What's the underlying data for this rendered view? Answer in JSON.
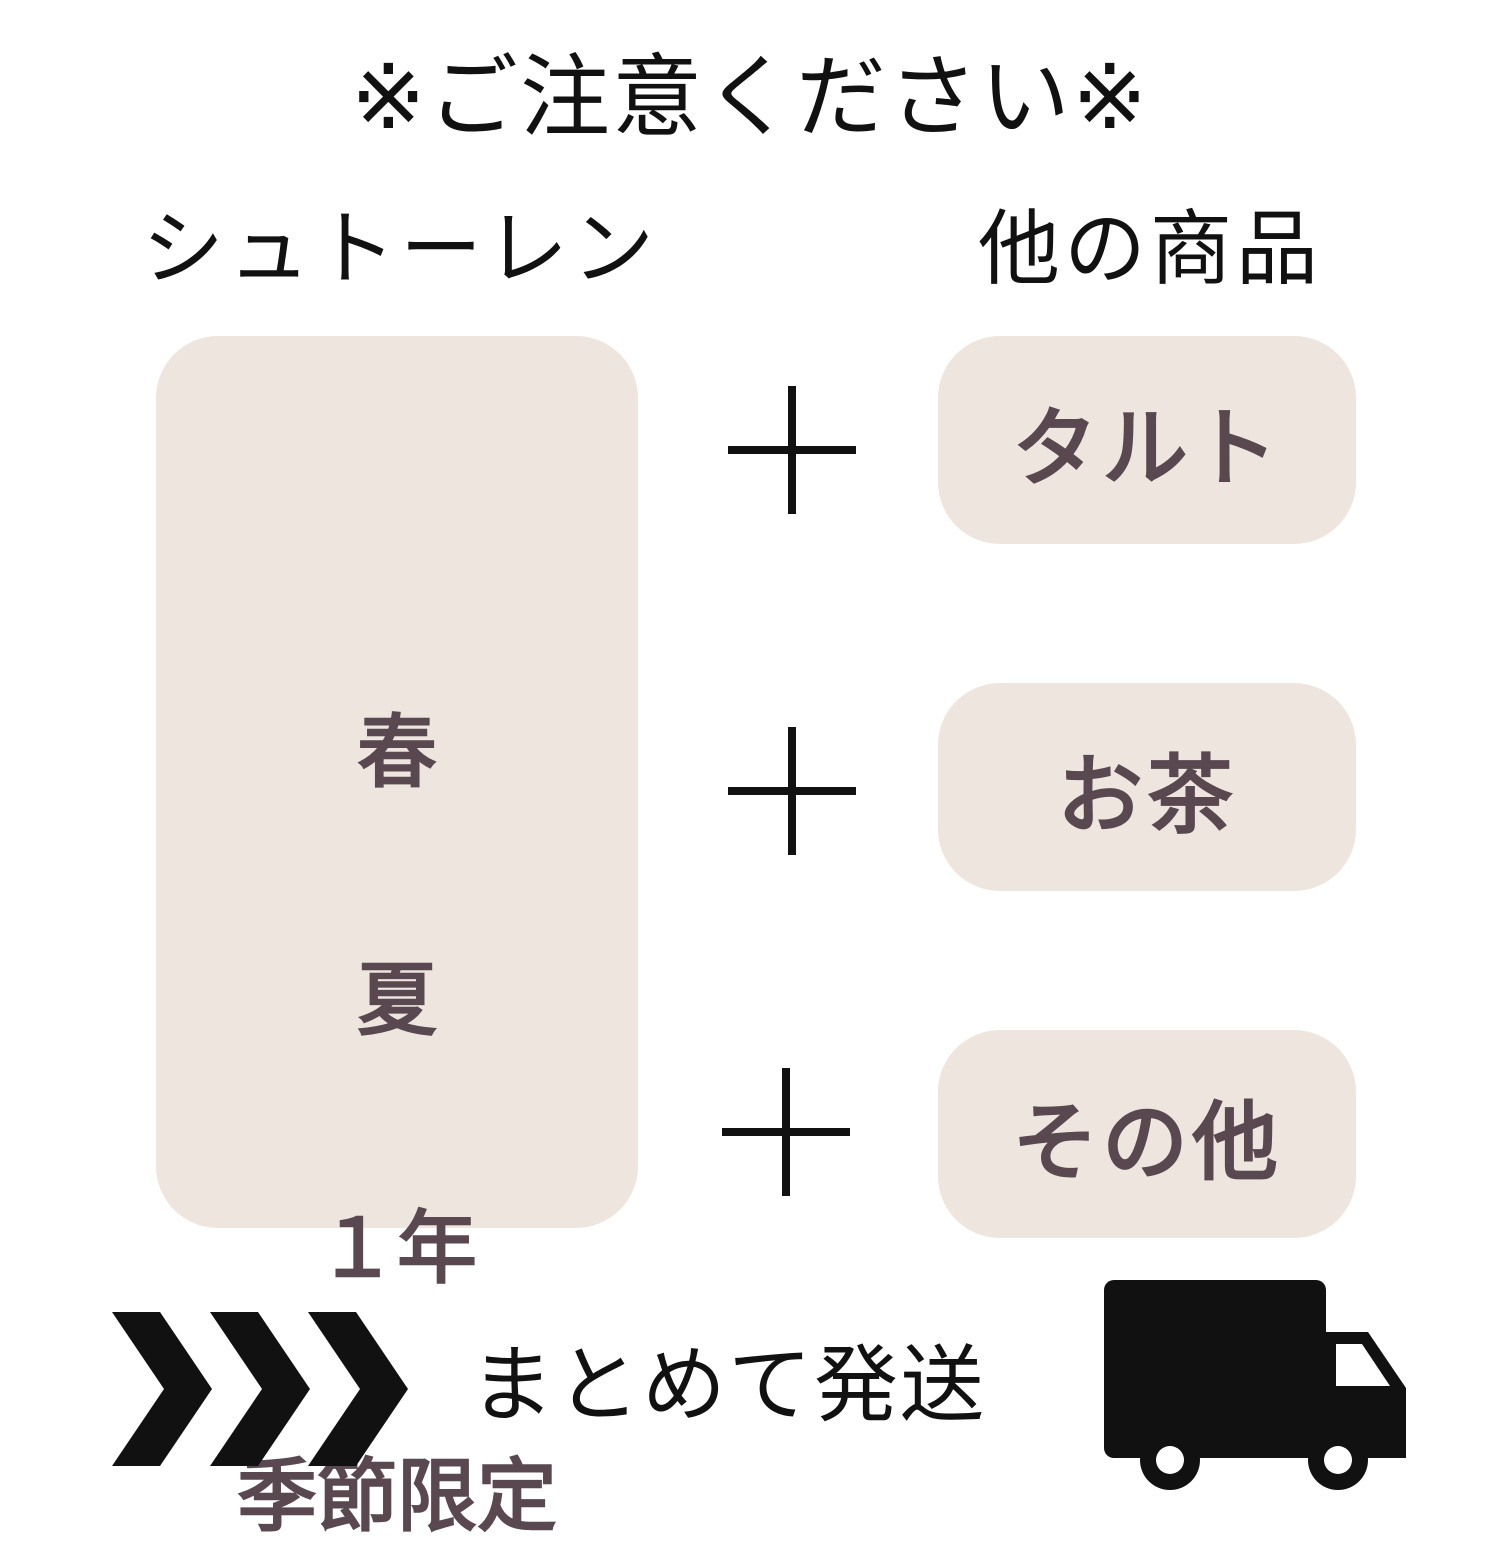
{
  "title": "※ご注意ください※",
  "left_column": {
    "heading": "シュトーレン",
    "items": [
      "春",
      "夏",
      "１年",
      "季節限定"
    ]
  },
  "right_column": {
    "heading": "他の商品",
    "items": [
      "タルト",
      "お茶",
      "その他"
    ]
  },
  "footer": {
    "text": "まとめて発送"
  },
  "icons": {
    "arrows": "chevron-right-icon",
    "truck": "truck-icon",
    "plus": "plus-icon"
  },
  "colors": {
    "panel_bg": "#ede5de",
    "panel_text": "#594850",
    "ink": "#111111"
  }
}
